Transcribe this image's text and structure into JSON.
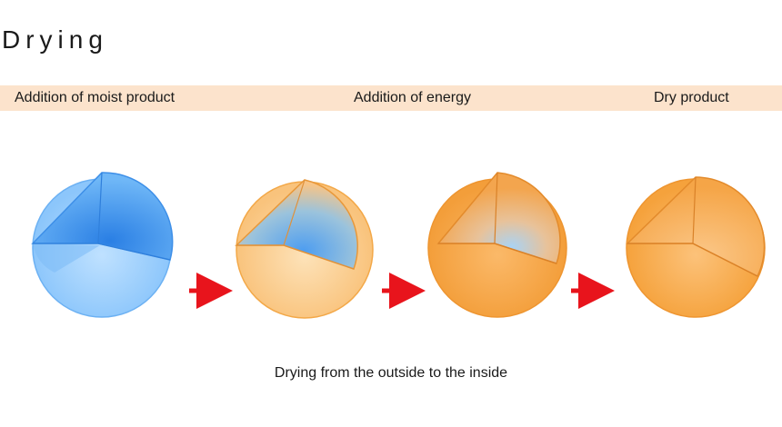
{
  "title": "Drying",
  "stages": {
    "start_label": "Addition of moist product",
    "middle_label": "Addition of energy",
    "end_label": "Dry product"
  },
  "caption": "Drying from the outside to the inside",
  "colors": {
    "band": "#fce3cc",
    "moist_blue": "#3d94ee",
    "dry_orange": "#f5a23c",
    "arrow_red": "#e8141c"
  }
}
